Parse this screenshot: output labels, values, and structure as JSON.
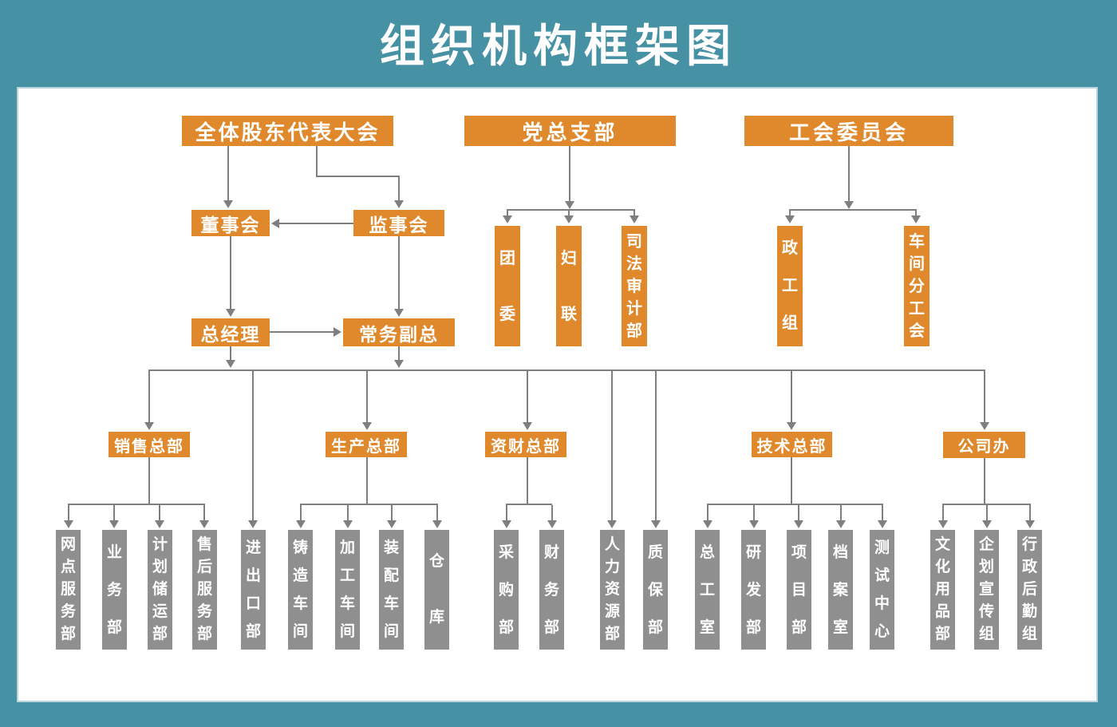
{
  "title": "组织机构框架图",
  "colors": {
    "background_teal": "#4791A4",
    "node_orange": "#E0882C",
    "node_gray": "#8F8F8F",
    "connector_gray": "#7F7F7F",
    "text_white": "#FFFFFF",
    "canvas_white": "#FFFFFF"
  },
  "nodes": {
    "shareholders_meeting": "全体股东代表大会",
    "party_branch": "党总支部",
    "union_committee": "工会委员会",
    "board_of_directors": "董事会",
    "supervisory_board": "监事会",
    "general_manager": "总经理",
    "executive_deputy_gm": "常务副总",
    "youth_league": "团委",
    "women_federation": "妇联",
    "judicial_audit_dept": "司法审计部",
    "political_work_group": "政工组",
    "workshop_sub_union": "车间分工会",
    "sales_hq": "销售总部",
    "production_hq": "生产总部",
    "finance_hq": "资财总部",
    "tech_hq": "技术总部",
    "company_office": "公司办",
    "network_service_dept": "网点服务部",
    "business_dept": "业务部",
    "planning_storage_dept": "计划储运部",
    "after_sales_dept": "售后服务部",
    "import_export_dept": "进出口部",
    "casting_workshop": "铸造车间",
    "machining_workshop": "加工车间",
    "assembly_workshop": "装配车间",
    "warehouse": "仓库",
    "purchasing_dept": "采购部",
    "finance_dept": "财务部",
    "hr_dept": "人力资源部",
    "quality_assurance_dept": "质保部",
    "chief_engineer_office": "总工室",
    "rd_dept": "研发部",
    "project_dept": "项目部",
    "archives_room": "档案室",
    "testing_center": "测试中心",
    "culture_supplies_dept": "文化用品部",
    "planning_publicity_group": "企划宣传组",
    "admin_logistics_group": "行政后勤组"
  }
}
